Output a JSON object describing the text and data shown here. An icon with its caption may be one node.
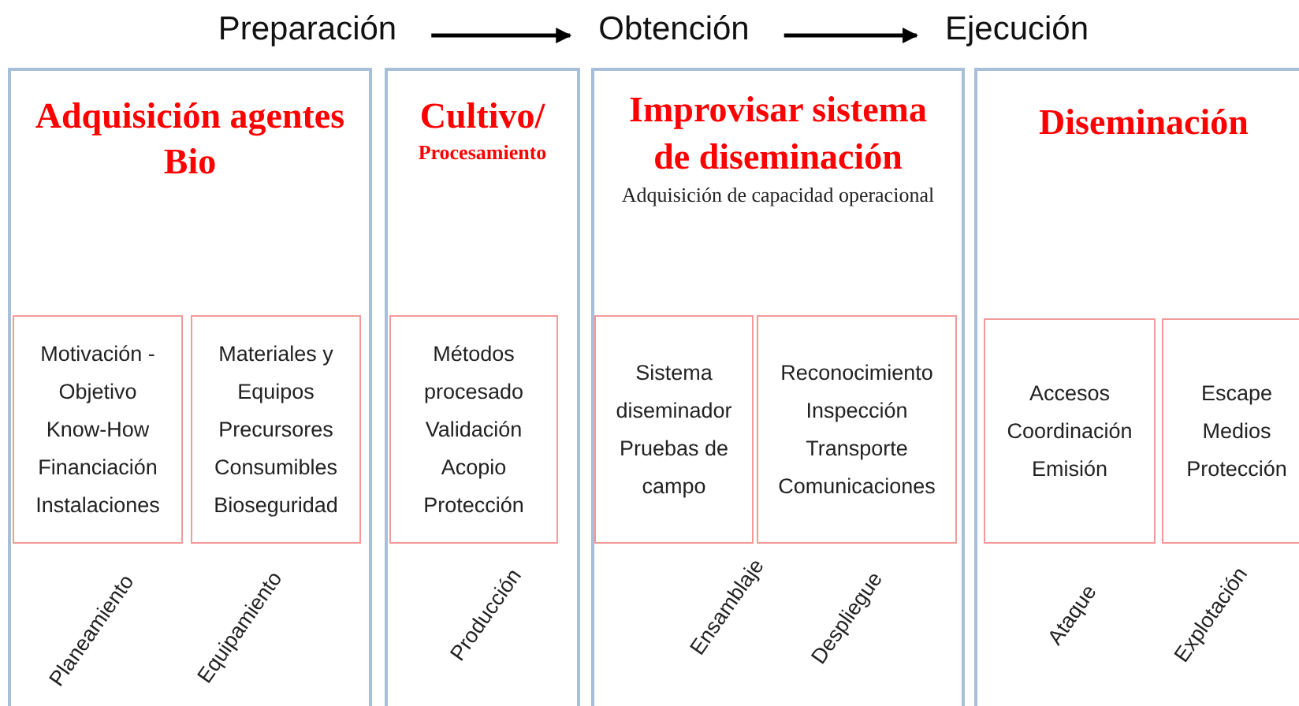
{
  "diagram": {
    "nodes": [
      {
        "text": [
          "Preparación"
        ]
      },
      {
        "text": [
          "Obtención"
        ]
      },
      {
        "text": [
          "Ejecución"
        ]
      },
      {
        "text": [
          "Adquisición agentes Bio"
        ]
      },
      {
        "text": [
          "Motivación - Objetivo",
          "Know-How",
          "Financiación",
          "Instalaciones"
        ],
        "in": 3,
        "beside": [
          "Planeamiento"
        ]
      },
      {
        "text": [
          "Materiales y Equipos",
          "Precursores",
          "Consumibles",
          "Bioseguridad"
        ],
        "in": 3,
        "beside": [
          "Equipamiento"
        ]
      },
      {
        "text": [
          "Cultivo/",
          "Procesamiento"
        ]
      },
      {
        "text": [
          "Métodos procesado",
          "Validación",
          "Acopio",
          "Protección"
        ],
        "in": 6,
        "beside": [
          "Producción"
        ]
      },
      {
        "text": [
          "Improvisar sistema de diseminación",
          "Adquisición de capacidad operacional"
        ]
      },
      {
        "text": [
          "Sistema diseminador",
          "Pruebas de campo"
        ],
        "in": 8,
        "beside": [
          "Ensamblaje"
        ]
      },
      {
        "text": [
          "Reconocimiento",
          "Inspección",
          "Transporte",
          "Comunicaciones"
        ],
        "in": 8,
        "beside": [
          "Despliegue"
        ]
      },
      {
        "text": [
          "Diseminación"
        ]
      },
      {
        "text": [
          "Accesos",
          "Coordinación",
          "Emisión"
        ],
        "in": 11,
        "beside": [
          "Ataque"
        ]
      },
      {
        "text": [
          "Escape",
          "Medios",
          "Protección"
        ],
        "in": 11,
        "beside": [
          "Explotación"
        ]
      }
    ],
    "edges": [
      {
        "from": 0,
        "to": 1,
        "arrow": "to"
      },
      {
        "from": 1,
        "to": 2,
        "arrow": "to"
      }
    ]
  }
}
